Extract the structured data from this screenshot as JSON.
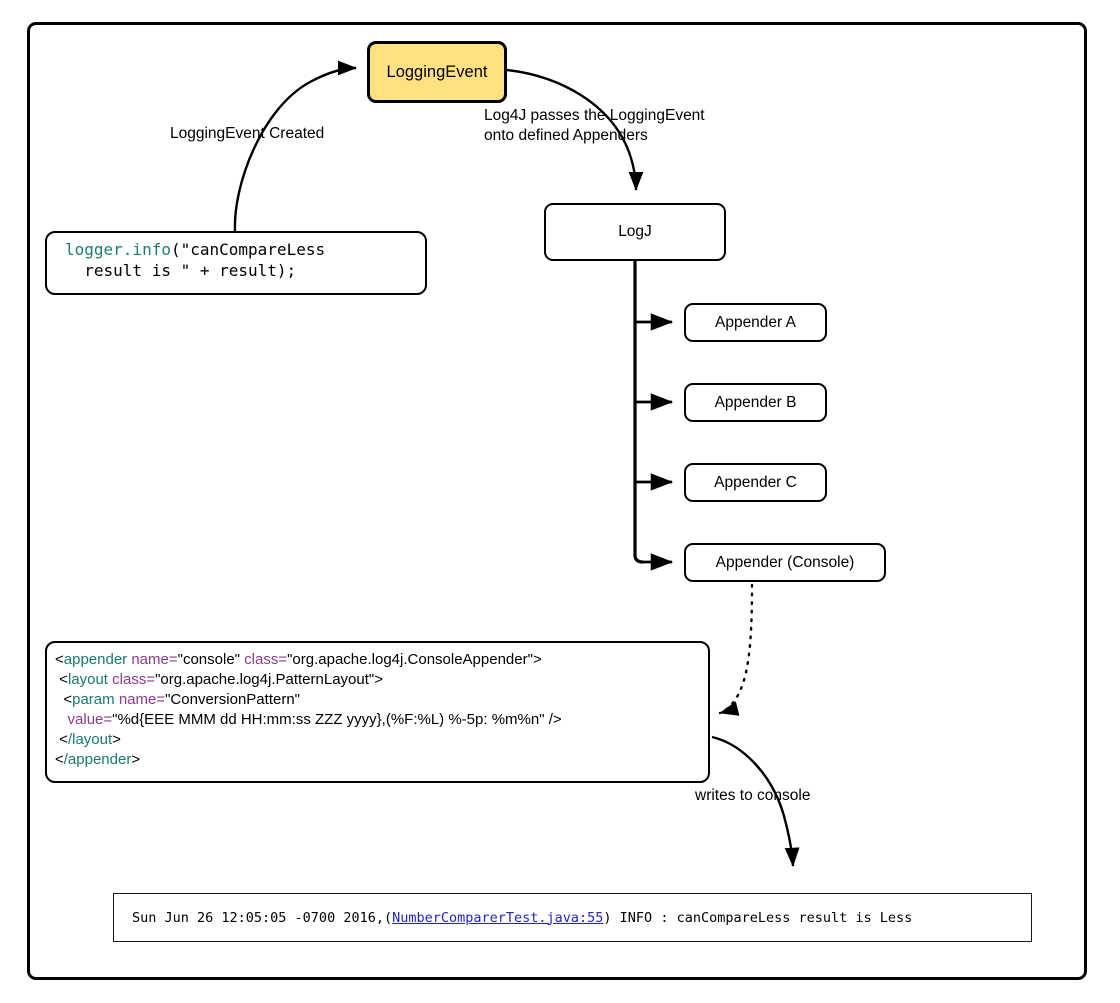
{
  "diagram": {
    "title": "Log4J LoggingEvent flow",
    "colors": {
      "accent_fill": "#ffe17f",
      "stroke": "#000000",
      "code_call": "#1a7f72",
      "xml_tag": "#167b73",
      "xml_attr": "#8e3a8e",
      "console_link": "#2222dd",
      "background": "#ffffff"
    }
  },
  "nodes": {
    "logging_event": "LoggingEvent",
    "logj": "LogJ",
    "appender_a": "Appender A",
    "appender_b": "Appender B",
    "appender_c": "Appender C",
    "appender_console": "Appender (Console)"
  },
  "edge_labels": {
    "logging_event_created": "LoggingEvent Created",
    "log4j_passes": "Log4J passes the LoggingEvent\nonto defined Appenders",
    "writes_to_console": "writes to console"
  },
  "code_snippet": {
    "call": "logger.info",
    "rest_line1": "(\"canCompareLess",
    "line2": "  result is \" + result);"
  },
  "xml_config": {
    "lines": [
      {
        "indent": "",
        "parts": [
          {
            "t": "punc",
            "v": "<"
          },
          {
            "t": "tag",
            "v": "appender"
          },
          {
            "t": "val",
            "v": " "
          },
          {
            "t": "attr",
            "v": "name="
          },
          {
            "t": "val",
            "v": "\"console\" "
          },
          {
            "t": "attr",
            "v": "class="
          },
          {
            "t": "val",
            "v": "\"org.apache.log4j.ConsoleAppender\""
          },
          {
            "t": "punc",
            "v": ">"
          }
        ]
      },
      {
        "indent": " ",
        "parts": [
          {
            "t": "punc",
            "v": "<"
          },
          {
            "t": "tag",
            "v": "layout"
          },
          {
            "t": "val",
            "v": " "
          },
          {
            "t": "attr",
            "v": "class="
          },
          {
            "t": "val",
            "v": "\"org.apache.log4j.PatternLayout\""
          },
          {
            "t": "punc",
            "v": ">"
          }
        ]
      },
      {
        "indent": "  ",
        "parts": [
          {
            "t": "punc",
            "v": "<"
          },
          {
            "t": "tag",
            "v": "param"
          },
          {
            "t": "val",
            "v": " "
          },
          {
            "t": "attr",
            "v": "name="
          },
          {
            "t": "val",
            "v": "\"ConversionPattern\""
          }
        ]
      },
      {
        "indent": "   ",
        "parts": [
          {
            "t": "attr",
            "v": "value="
          },
          {
            "t": "val",
            "v": "\"%d{EEE MMM dd HH:mm:ss ZZZ yyyy},(%F:%L) %-5p: %m%n\" />"
          }
        ]
      },
      {
        "indent": " ",
        "parts": [
          {
            "t": "punc",
            "v": "<"
          },
          {
            "t": "tag",
            "v": "/layout"
          },
          {
            "t": "punc",
            "v": ">"
          }
        ]
      },
      {
        "indent": "",
        "parts": [
          {
            "t": "punc",
            "v": "<"
          },
          {
            "t": "tag",
            "v": "/appender"
          },
          {
            "t": "punc",
            "v": ">"
          }
        ]
      }
    ]
  },
  "console_output": {
    "prefix": "Sun Jun 26 12:05:05 -0700 2016,(",
    "link": "NumberComparerTest.java:55",
    "suffix": ") INFO : canCompareLess result is Less"
  }
}
